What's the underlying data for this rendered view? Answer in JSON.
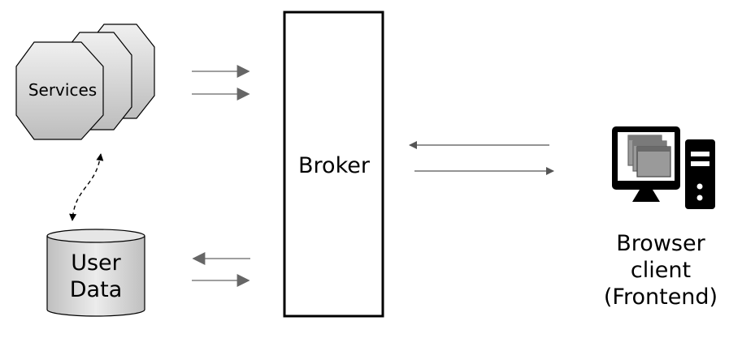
{
  "nodes": {
    "services": {
      "label": "Services"
    },
    "broker": {
      "label": "Broker"
    },
    "user_data": {
      "lines": [
        "User",
        "Data"
      ]
    },
    "browser_client": {
      "lines": [
        "Browser",
        "client",
        "(Frontend)"
      ]
    }
  },
  "icons": {
    "services": "octagon-stack-icon",
    "user_data": "database-cylinder-icon",
    "browser_client": "desktop-computer-icon"
  },
  "colors": {
    "line": "#000000",
    "arrow": "#666666",
    "shape_fill": "#d9d9d9",
    "computer": "#000000"
  }
}
